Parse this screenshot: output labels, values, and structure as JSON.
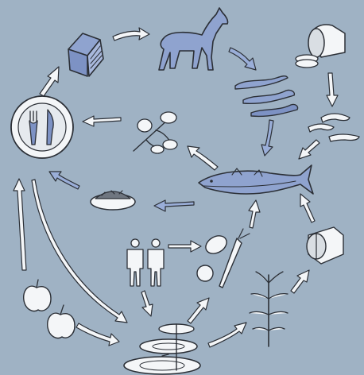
{
  "colors": {
    "background": "#9fb2c4",
    "animal_arrow": "#9aaed8",
    "plant_arrow": "#f4f6f8",
    "ink": "#2b2f36"
  },
  "nodes": [
    {
      "id": "plate",
      "icon": "plate-fork-knife-icon"
    },
    {
      "id": "house",
      "icon": "house-icon"
    },
    {
      "id": "horse",
      "icon": "horse-icon"
    },
    {
      "id": "sliced-bread",
      "icon": "sliced-bread-icon"
    },
    {
      "id": "eels",
      "icon": "eels-icon"
    },
    {
      "id": "larvae",
      "icon": "larvae-icon"
    },
    {
      "id": "plant-sprig",
      "icon": "plant-sprig-icon"
    },
    {
      "id": "sturgeon",
      "icon": "sturgeon-fish-icon"
    },
    {
      "id": "food-bowl",
      "icon": "food-bowl-icon"
    },
    {
      "id": "people",
      "icon": "people-icon"
    },
    {
      "id": "vegetables",
      "icon": "vegetables-icon"
    },
    {
      "id": "composter",
      "icon": "composter-drum-icon"
    },
    {
      "id": "tall-plant",
      "icon": "tall-plant-icon"
    },
    {
      "id": "apples",
      "icon": "apples-icon"
    },
    {
      "id": "filter-stack",
      "icon": "filter-discs-icon"
    }
  ]
}
